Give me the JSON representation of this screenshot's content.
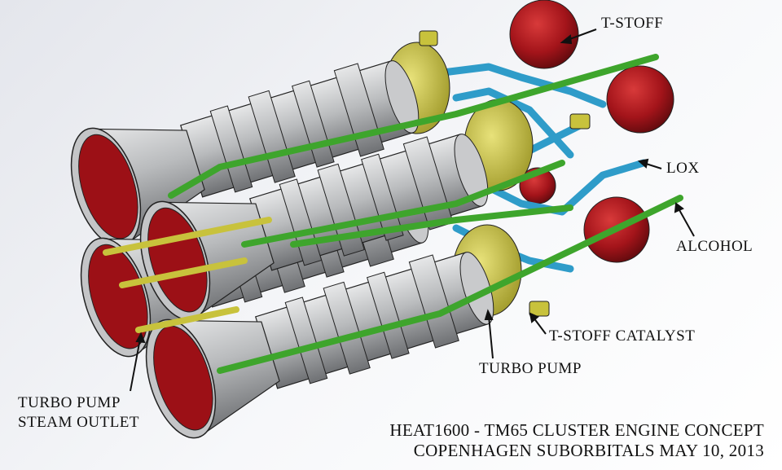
{
  "labels": {
    "t_stoff": "T-STOFF",
    "lox": "LOX",
    "alcohol": "ALCOHOL",
    "t_stoff_catalyst": "T-STOFF CATALYST",
    "turbo_pump": "TURBO PUMP",
    "steam_outlet_line1": "TURBO PUMP",
    "steam_outlet_line2": "STEAM OUTLET"
  },
  "caption": {
    "line1": "HEAT1600 - TM65 CLUSTER ENGINE CONCEPT",
    "line2": "COPENHAGEN SUBORBITALS MAY 10, 2013"
  },
  "colors": {
    "t_stoff_tank": "#a3141a",
    "lox_pipe": "#2f9cc9",
    "alcohol_pipe": "#3ea52c",
    "turbo_pump": "#c8c23c",
    "engine": "#b4b6b8",
    "nozzle_interior": "#9c1016"
  }
}
